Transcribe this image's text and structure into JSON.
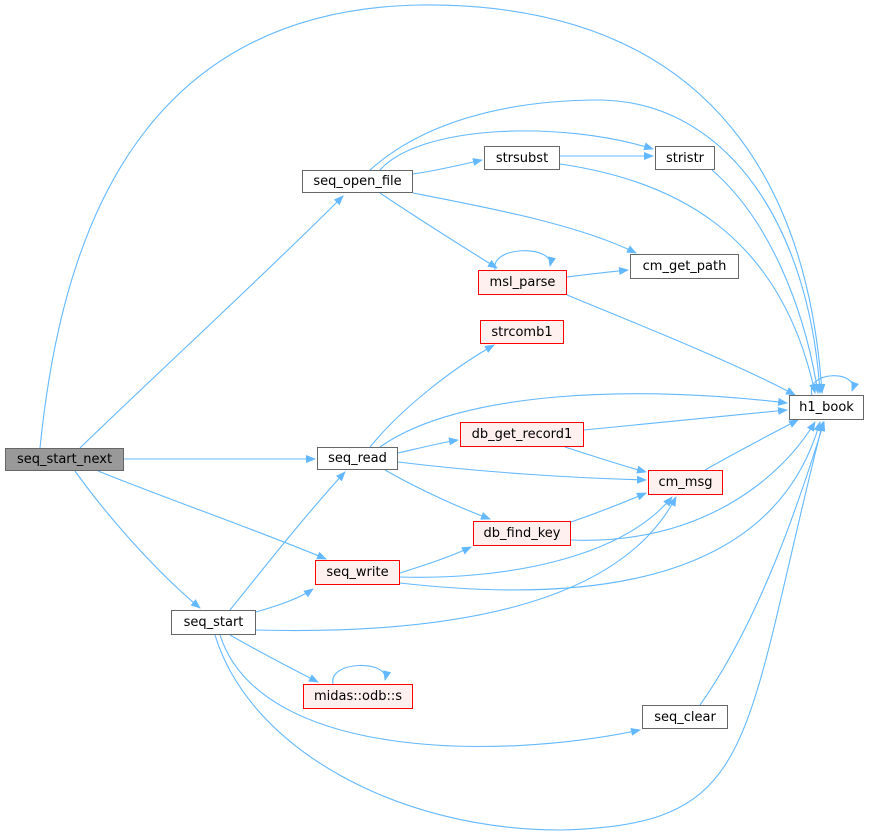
{
  "diagram": {
    "edge_color": "#63b8ff",
    "nodes": [
      {
        "id": "seq_start_next",
        "label": "seq_start_next",
        "style": "current"
      },
      {
        "id": "seq_open_file",
        "label": "seq_open_file",
        "style": "plain"
      },
      {
        "id": "seq_read",
        "label": "seq_read",
        "style": "plain"
      },
      {
        "id": "seq_write",
        "label": "seq_write",
        "style": "red"
      },
      {
        "id": "seq_start",
        "label": "seq_start",
        "style": "plain"
      },
      {
        "id": "strsubst",
        "label": "strsubst",
        "style": "plain"
      },
      {
        "id": "stristr",
        "label": "stristr",
        "style": "plain"
      },
      {
        "id": "msl_parse",
        "label": "msl_parse",
        "style": "red"
      },
      {
        "id": "cm_get_path",
        "label": "cm_get_path",
        "style": "plain"
      },
      {
        "id": "strcomb1",
        "label": "strcomb1",
        "style": "red"
      },
      {
        "id": "h1_book",
        "label": "h1_book",
        "style": "plain"
      },
      {
        "id": "db_get_record1",
        "label": "db_get_record1",
        "style": "red"
      },
      {
        "id": "cm_msg",
        "label": "cm_msg",
        "style": "red"
      },
      {
        "id": "db_find_key",
        "label": "db_find_key",
        "style": "red"
      },
      {
        "id": "midas_odb_s",
        "label": "midas::odb::s",
        "style": "red"
      },
      {
        "id": "seq_clear",
        "label": "seq_clear",
        "style": "plain"
      }
    ],
    "edges": [
      [
        "seq_start_next",
        "seq_open_file"
      ],
      [
        "seq_start_next",
        "h1_book"
      ],
      [
        "seq_start_next",
        "seq_read"
      ],
      [
        "seq_start_next",
        "seq_write"
      ],
      [
        "seq_start_next",
        "seq_start"
      ],
      [
        "seq_open_file",
        "strsubst"
      ],
      [
        "seq_open_file",
        "stristr"
      ],
      [
        "seq_open_file",
        "h1_book"
      ],
      [
        "seq_open_file",
        "msl_parse"
      ],
      [
        "seq_open_file",
        "cm_get_path"
      ],
      [
        "strsubst",
        "stristr"
      ],
      [
        "strsubst",
        "h1_book"
      ],
      [
        "stristr",
        "h1_book"
      ],
      [
        "msl_parse",
        "msl_parse"
      ],
      [
        "msl_parse",
        "cm_get_path"
      ],
      [
        "msl_parse",
        "h1_book"
      ],
      [
        "seq_read",
        "strcomb1"
      ],
      [
        "seq_read",
        "h1_book"
      ],
      [
        "seq_read",
        "db_get_record1"
      ],
      [
        "seq_read",
        "cm_msg"
      ],
      [
        "seq_read",
        "db_find_key"
      ],
      [
        "db_get_record1",
        "h1_book"
      ],
      [
        "db_get_record1",
        "cm_msg"
      ],
      [
        "cm_msg",
        "h1_book"
      ],
      [
        "db_find_key",
        "cm_msg"
      ],
      [
        "db_find_key",
        "h1_book"
      ],
      [
        "seq_write",
        "db_find_key"
      ],
      [
        "seq_write",
        "cm_msg"
      ],
      [
        "seq_write",
        "h1_book"
      ],
      [
        "seq_start",
        "seq_read"
      ],
      [
        "seq_start",
        "seq_write"
      ],
      [
        "seq_start",
        "cm_msg"
      ],
      [
        "seq_start",
        "h1_book"
      ],
      [
        "seq_start",
        "midas_odb_s"
      ],
      [
        "seq_start",
        "seq_clear"
      ],
      [
        "midas_odb_s",
        "midas_odb_s"
      ],
      [
        "seq_clear",
        "h1_book"
      ],
      [
        "h1_book",
        "h1_book"
      ]
    ]
  }
}
